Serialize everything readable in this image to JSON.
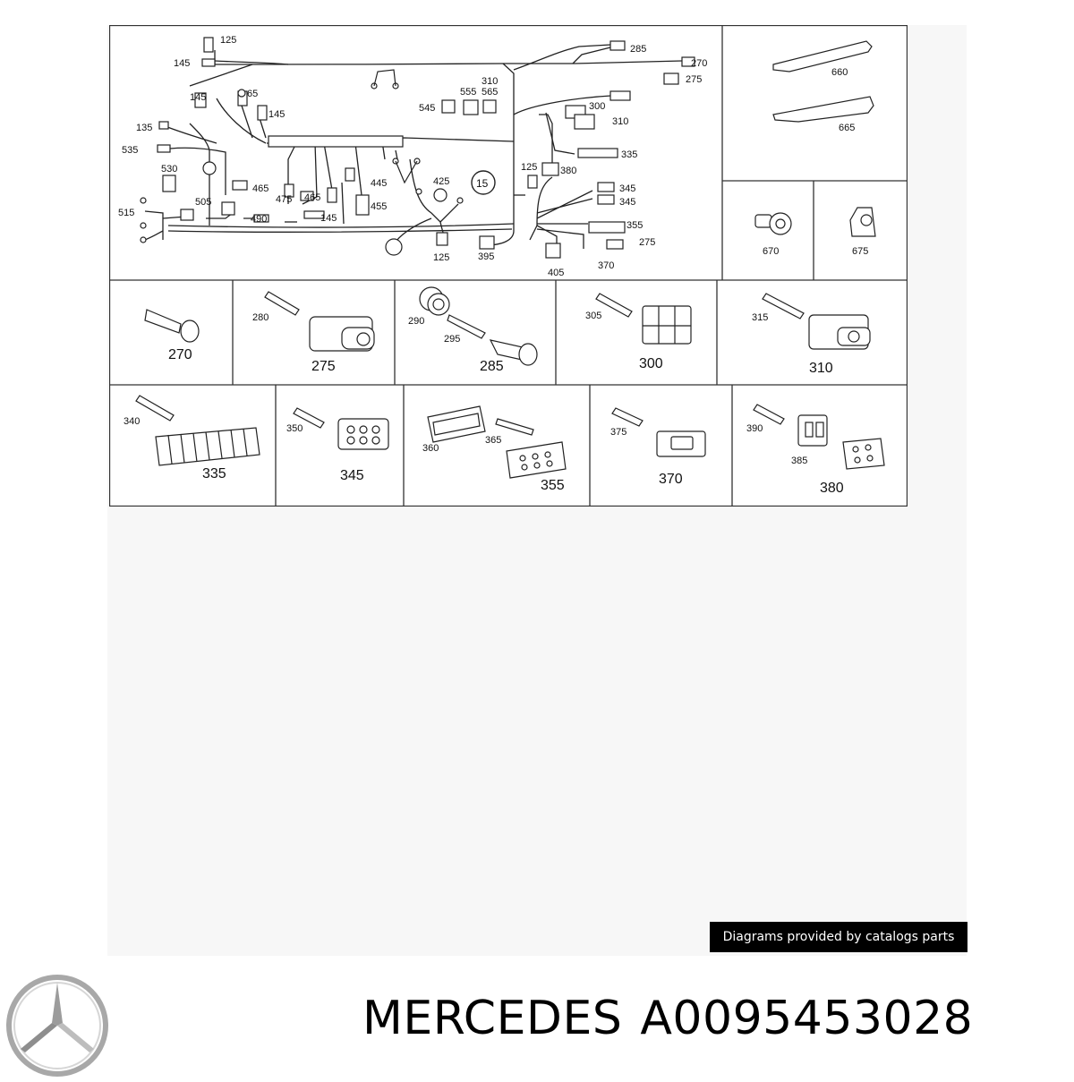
{
  "diagram": {
    "callouts": {
      "c125a": "125",
      "c145a": "145",
      "c285a": "285",
      "c270a": "270",
      "c275a": "275",
      "c310a": "310",
      "c565": "565",
      "c555": "555",
      "c545": "545",
      "c300a": "300",
      "c310b": "310",
      "c145b": "145",
      "c65": "65",
      "c145c": "145",
      "c135": "135",
      "c535": "535",
      "c335a": "335",
      "c530": "530",
      "c465a": "465",
      "c445": "445",
      "c125b": "125",
      "c380a": "380",
      "c505": "505",
      "c475": "475",
      "c465b": "465",
      "c425": "425",
      "c15": "15",
      "c345a": "345",
      "c345b": "345",
      "c515": "515",
      "c490": "490",
      "c145d": "145",
      "c455": "455",
      "c355a": "355",
      "c275b": "275",
      "c125c": "125",
      "c395": "395",
      "c370a": "370",
      "c405": "405",
      "c660": "660",
      "c665": "665",
      "c670": "670",
      "c675": "675"
    },
    "panels": {
      "p270": "270",
      "p280": "280",
      "p275": "275",
      "p290": "290",
      "p295": "295",
      "p285": "285",
      "p305": "305",
      "p300": "300",
      "p315": "315",
      "p310": "310",
      "p340": "340",
      "p335": "335",
      "p350": "350",
      "p345": "345",
      "p360": "360",
      "p365": "365",
      "p355": "355",
      "p375": "375",
      "p370": "370",
      "p390": "390",
      "p385": "385",
      "p380": "380"
    }
  },
  "credit_text": "Diagrams provided by catalogs parts",
  "brand": "MERCEDES",
  "part_number": "A0095453028",
  "logo_icon": "mercedes-star-icon"
}
